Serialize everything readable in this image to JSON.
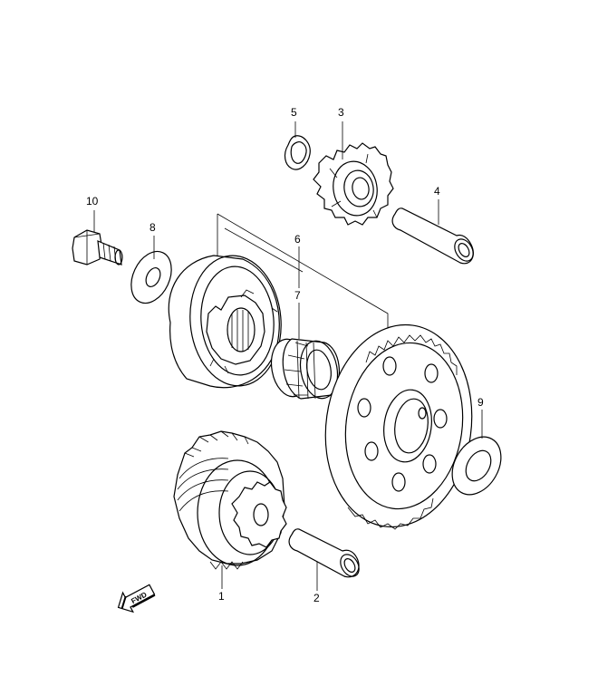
{
  "callouts": [
    {
      "id": "1",
      "label": "1"
    },
    {
      "id": "2",
      "label": "2"
    },
    {
      "id": "3",
      "label": "3"
    },
    {
      "id": "4",
      "label": "4"
    },
    {
      "id": "5",
      "label": "5"
    },
    {
      "id": "6",
      "label": "6"
    },
    {
      "id": "7",
      "label": "7"
    },
    {
      "id": "8",
      "label": "8"
    },
    {
      "id": "9",
      "label": "9"
    },
    {
      "id": "10",
      "label": "10"
    }
  ],
  "fwd_badge": {
    "label": "FWD"
  },
  "icons": [
    "fwd-arrow-icon"
  ]
}
